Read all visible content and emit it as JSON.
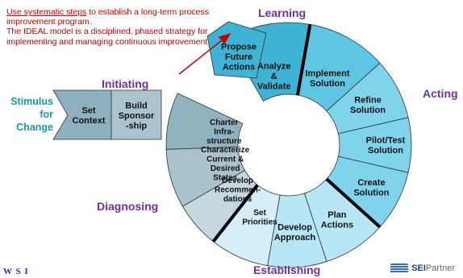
{
  "note": {
    "underlined": "Use systematic steps",
    "line1_rest": " to establish a long-term process improvement program.",
    "line2": "The IDEAL model is a disciplined, phased strategy for implementing and managing continuous improvement"
  },
  "phases": {
    "learning": "Learning",
    "initiating": "Initiating",
    "acting": "Acting",
    "diagnosing": "Diagnosing",
    "establishing": "Establishing"
  },
  "stimulus": [
    "Stimulus",
    "for",
    "Change"
  ],
  "boxes": [
    {
      "lines": [
        "Propose",
        "Future",
        "Actions"
      ]
    },
    {
      "lines": [
        "Analyze",
        "&",
        "Validate"
      ]
    },
    {
      "lines": [
        "Implement",
        "Solution"
      ]
    },
    {
      "lines": [
        "Refine",
        "Solution"
      ]
    },
    {
      "lines": [
        "Pilot/Test",
        "Solution"
      ]
    },
    {
      "lines": [
        "Create",
        "Solution"
      ]
    },
    {
      "lines": [
        "Plan",
        "Actions"
      ]
    },
    {
      "lines": [
        "Develop",
        "Approach"
      ]
    },
    {
      "lines": [
        "Set",
        "Priorities"
      ]
    },
    {
      "lines": [
        "Develop",
        "Recommen-",
        "dations"
      ]
    },
    {
      "lines": [
        "Characterize",
        "Current &",
        "Desired",
        "States"
      ]
    },
    {
      "lines": [
        "Charter",
        "Infra-",
        "structure"
      ]
    },
    {
      "lines": [
        "Build",
        "Sponsor",
        "-ship"
      ]
    },
    {
      "lines": [
        "Set",
        "Context"
      ]
    }
  ],
  "logo": {
    "brand": "SEI",
    "suffix": "Partner"
  },
  "corner_text": "W  S  I"
}
